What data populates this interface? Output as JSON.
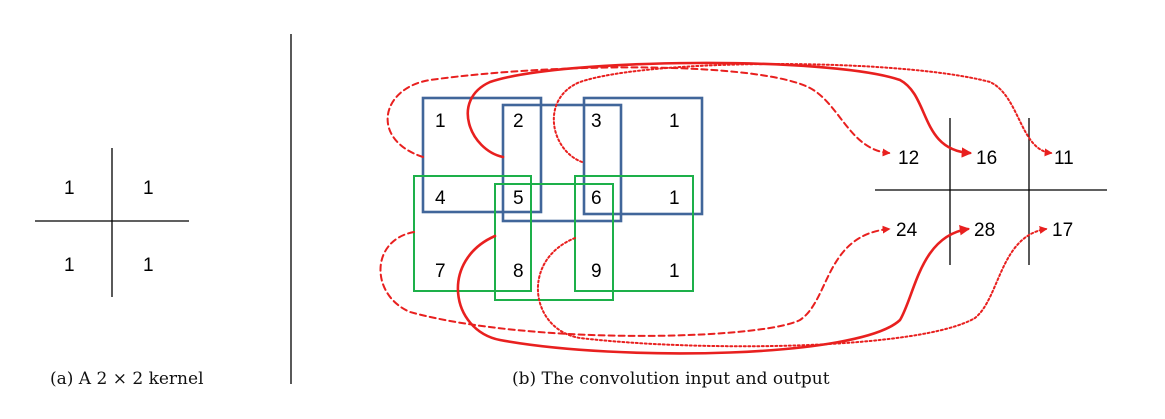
{
  "kernel": {
    "cells": [
      "1",
      "1",
      "1",
      "1"
    ],
    "caption": "(a) A 2 × 2 kernel"
  },
  "input": {
    "cells": [
      "1",
      "2",
      "3",
      "1",
      "4",
      "5",
      "6",
      "1",
      "7",
      "8",
      "9",
      "1"
    ]
  },
  "output": {
    "cells": [
      "12",
      "16",
      "11",
      "24",
      "28",
      "17"
    ]
  },
  "caption_b": "(b) The convolution input and output",
  "colors": {
    "top_windows": "#41669a",
    "bottom_windows": "#1db04a",
    "arrows": "#e8201f",
    "lines": "#000000"
  }
}
